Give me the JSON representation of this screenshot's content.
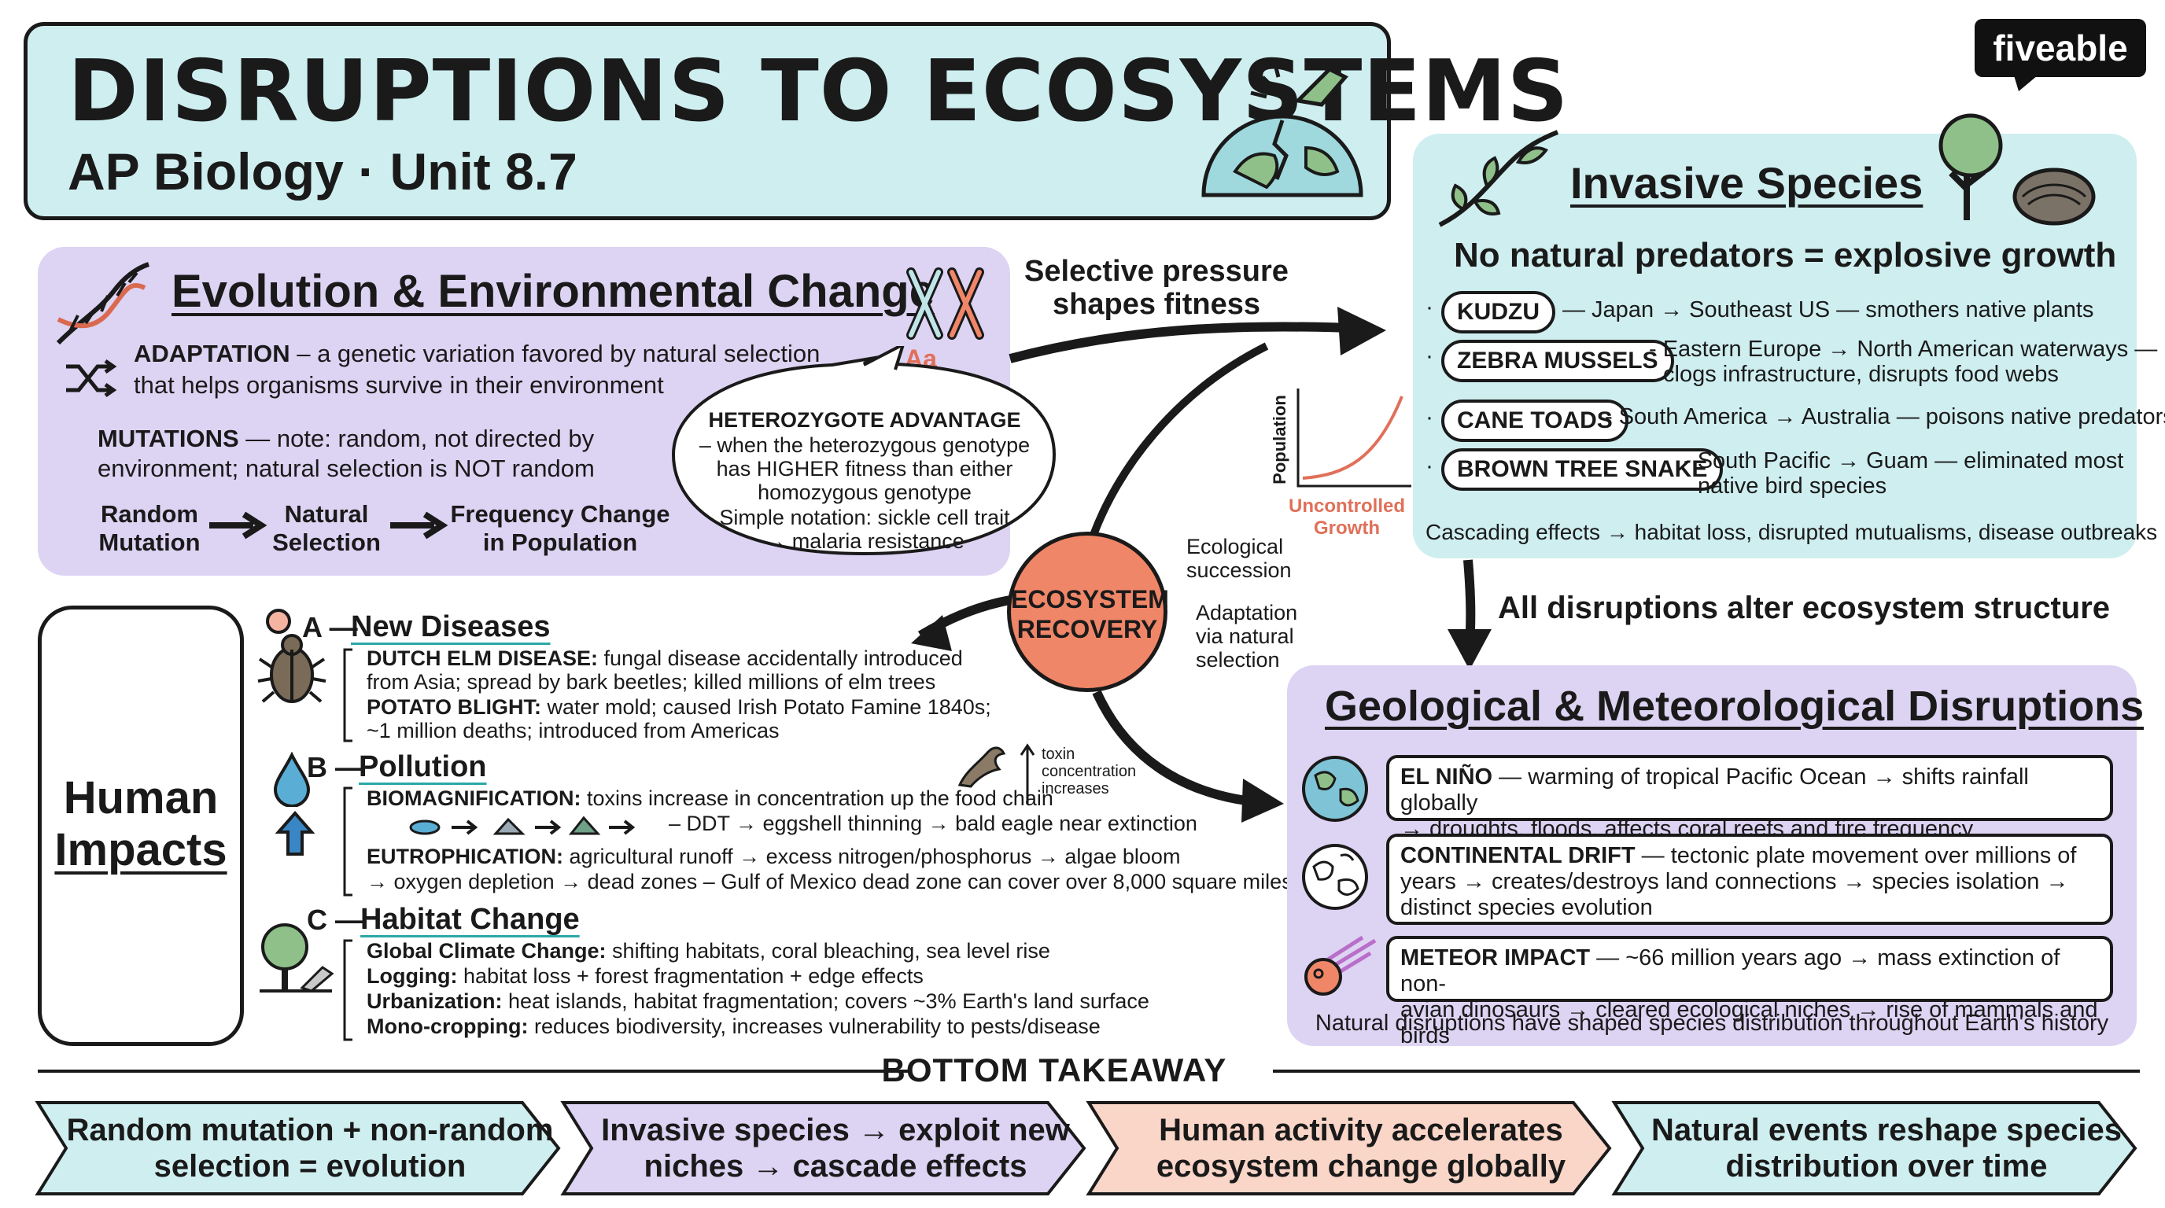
{
  "header": {
    "title": "DISRUPTIONS TO ECOSYSTEMS",
    "subtitle": "AP Biology · Unit 8.7",
    "brand": "fiveable"
  },
  "evolution": {
    "title": "Evolution & Environmental Change",
    "adaptation_term": "ADAPTATION",
    "adaptation_text": " – a genetic variation favored by natural selection",
    "adaptation_text2": "that helps organisms survive in their environment",
    "mutations_term": "MUTATIONS",
    "mutations_text": " — note: random, not directed by",
    "mutations_text2": "environment; natural selection is NOT random",
    "allele_label": "Aa",
    "flow": [
      "Random\nMutation",
      "Natural\nSelection",
      "Frequency Change\nin Population"
    ],
    "bubble": {
      "title": "HETEROZYGOTE ADVANTAGE",
      "lines": [
        "– when the heterozygous genotype",
        "has HIGHER fitness than either",
        "homozygous genotype",
        "Simple notation: sickle cell trait",
        "→ malaria resistance"
      ]
    }
  },
  "center": {
    "selective_pressure": "Selective pressure\nshapes fitness",
    "recovery": "ECOSYSTEM\nRECOVERY",
    "succession": "Ecological\nsuccession",
    "adaptation": "Adaptation\nvia natural\nselection",
    "graph_ylabel": "Population",
    "graph_caption": "Uncontrolled\nGrowth"
  },
  "invasive": {
    "title": "Invasive Species",
    "headline": "No natural predators = explosive growth",
    "items": [
      {
        "name": "KUDZU",
        "text": "— Japan → Southeast US — smothers native plants"
      },
      {
        "name": "ZEBRA MUSSELS",
        "text": "- Eastern Europe → North American waterways —",
        "text2": "clogs infrastructure, disrupts food webs"
      },
      {
        "name": "CANE TOADS",
        "text": "- South America → Australia — poisons native predators"
      },
      {
        "name": "BROWN TREE SNAKE",
        "text": "- South Pacific → Guam — eliminated most",
        "text2": "native bird species"
      }
    ],
    "cascade": "Cascading effects → habitat loss, disrupted mutualisms, disease outbreaks"
  },
  "connector": "All disruptions alter ecosystem structure",
  "human": {
    "label_line1": "Human",
    "label_line2": "Impacts",
    "diseases": {
      "letter": "A —",
      "title": "New Diseases",
      "rows": [
        {
          "term": "DUTCH ELM DISEASE:",
          "text": " fungal disease accidentally introduced"
        },
        {
          "term": "",
          "text": "from Asia; spread by bark beetles; killed millions of elm trees"
        },
        {
          "term": "POTATO BLIGHT:",
          "text": " water mold; caused Irish Potato Famine 1840s;"
        },
        {
          "term": "",
          "text": "~1 million deaths; introduced from Americas"
        }
      ]
    },
    "pollution": {
      "letter": "B —",
      "title": "Pollution",
      "toxin_note": "toxin\nconcentration\nincreases",
      "rows": [
        {
          "term": "BIOMAGNIFICATION:",
          "text": " toxins increase in concentration up the food chain"
        },
        {
          "term": "",
          "text": "– DDT → eggshell thinning → bald eagle near extinction"
        },
        {
          "term": "EUTROPHICATION:",
          "text": " agricultural runoff → excess nitrogen/phosphorus → algae bloom"
        },
        {
          "term": "",
          "text": "→ oxygen depletion → dead zones – Gulf of Mexico dead zone can cover over 8,000 square miles"
        }
      ]
    },
    "habitat": {
      "letter": "C —",
      "title": "Habitat Change",
      "rows": [
        {
          "term": "Global Climate Change:",
          "text": " shifting habitats, coral bleaching, sea level rise"
        },
        {
          "term": "Logging:",
          "text": " habitat loss + forest fragmentation + edge effects"
        },
        {
          "term": "Urbanization:",
          "text": " heat islands, habitat fragmentation; covers ~3% Earth's land surface"
        },
        {
          "term": "Mono-cropping:",
          "text": " reduces biodiversity, increases vulnerability to pests/disease"
        }
      ]
    }
  },
  "geo": {
    "title": "Geological & Meteorological Disruptions",
    "items": [
      {
        "term": "EL NIÑO",
        "text": " — warming of tropical Pacific Ocean → shifts rainfall globally",
        "text2": "→ droughts, floods, affects coral reefs and fire frequency"
      },
      {
        "term": "CONTINENTAL DRIFT",
        "text": " — tectonic plate movement over millions of",
        "text2": "years → creates/destroys land connections → species isolation →",
        "text3": "distinct species evolution"
      },
      {
        "term": "METEOR IMPACT",
        "text": " — ~66 million years ago → mass extinction of non-",
        "text2": "avian dinosaurs → cleared ecological niches → rise of mammals and birds"
      }
    ],
    "footer": "Natural disruptions have shaped species distribution throughout Earth's history"
  },
  "takeaway": {
    "heading": "BOTTOM TAKEAWAY",
    "items": [
      {
        "text": "Random mutation + non-random\nselection = evolution",
        "color": "#cfeef0"
      },
      {
        "text": "Invasive species → exploit new\nniches → cascade effects",
        "color": "#ddd3f3"
      },
      {
        "text": "Human activity accelerates\necosystem change globally",
        "color": "#f9d6c8"
      },
      {
        "text": "Natural events reshape species\ndistribution over time",
        "color": "#cfeef0"
      }
    ]
  },
  "colors": {
    "teal": "#cfeef0",
    "lavender": "#ddd3f3",
    "salmon": "#f08668",
    "peach": "#f9d6c8"
  }
}
